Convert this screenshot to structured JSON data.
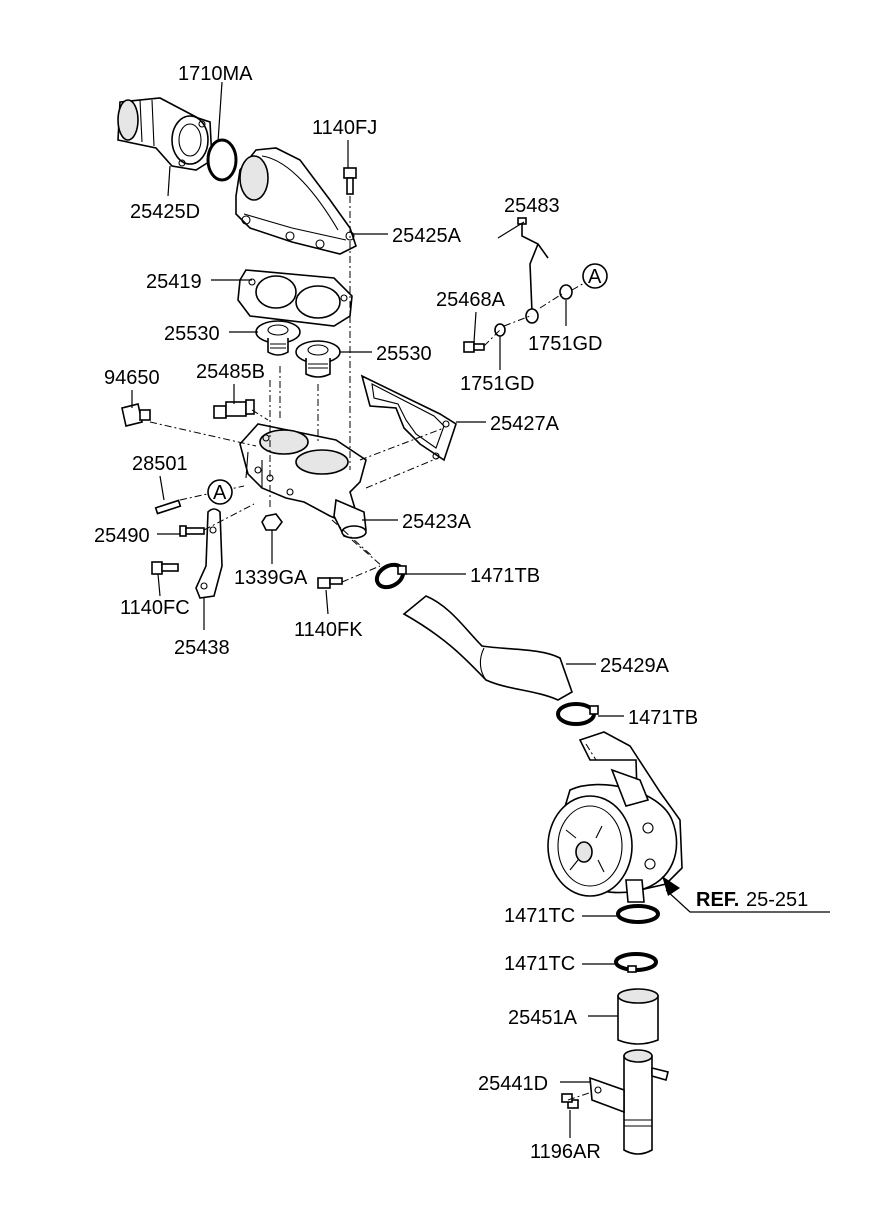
{
  "labels": {
    "p1710MA": "1710MA",
    "p1140FJ": "1140FJ",
    "p25425D": "25425D",
    "p25425A": "25425A",
    "p25483": "25483",
    "p25419": "25419",
    "p25468A": "25468A",
    "p1751GD_1": "1751GD",
    "p1751GD_2": "1751GD",
    "p25530_1": "25530",
    "p25530_2": "25530",
    "p94650": "94650",
    "p25485B": "25485B",
    "p25427A": "25427A",
    "p28501": "28501",
    "p25423A": "25423A",
    "p25490": "25490",
    "p1339GA": "1339GA",
    "p1471TB_1": "1471TB",
    "p1140FC": "1140FC",
    "p1140FK": "1140FK",
    "p25438": "25438",
    "p25429A": "25429A",
    "p1471TB_2": "1471TB",
    "ref_bold": "REF.",
    "ref_num": "25-251",
    "p1471TC_1": "1471TC",
    "p1471TC_2": "1471TC",
    "p25451A": "25451A",
    "p25441D": "25441D",
    "p1196AR": "1196AR",
    "markerA_1": "A",
    "markerA_2": "A"
  }
}
